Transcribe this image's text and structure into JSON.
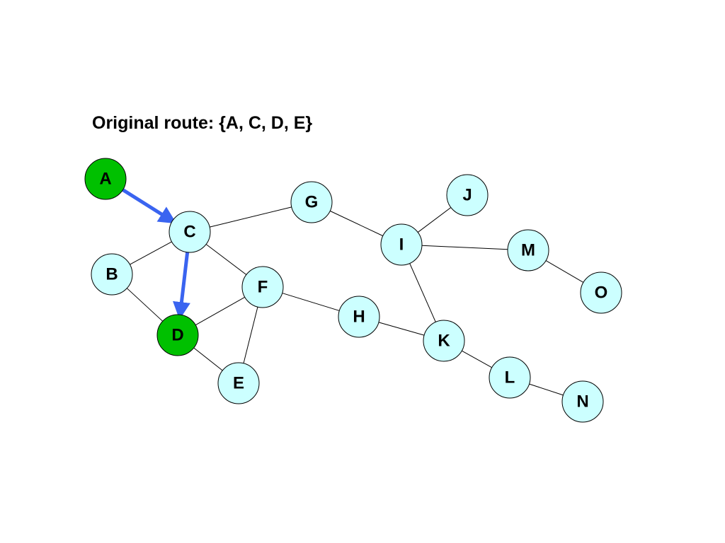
{
  "title": "Original route: {A, C, D, E}",
  "colors": {
    "node_fill": "#ccffff",
    "route_node_fill": "#00c000",
    "route_edge": "#3a64f0",
    "edge": "#000000"
  },
  "nodes": [
    {
      "id": "A",
      "label": "A",
      "on_route": true
    },
    {
      "id": "B",
      "label": "B",
      "on_route": false
    },
    {
      "id": "C",
      "label": "C",
      "on_route": false
    },
    {
      "id": "D",
      "label": "D",
      "on_route": true
    },
    {
      "id": "E",
      "label": "E",
      "on_route": false
    },
    {
      "id": "F",
      "label": "F",
      "on_route": false
    },
    {
      "id": "G",
      "label": "G",
      "on_route": false
    },
    {
      "id": "H",
      "label": "H",
      "on_route": false
    },
    {
      "id": "I",
      "label": "I",
      "on_route": false
    },
    {
      "id": "J",
      "label": "J",
      "on_route": false
    },
    {
      "id": "K",
      "label": "K",
      "on_route": false
    },
    {
      "id": "L",
      "label": "L",
      "on_route": false
    },
    {
      "id": "M",
      "label": "M",
      "on_route": false
    },
    {
      "id": "N",
      "label": "N",
      "on_route": false
    },
    {
      "id": "O",
      "label": "O",
      "on_route": false
    }
  ],
  "edges": [
    [
      "B",
      "C"
    ],
    [
      "B",
      "D"
    ],
    [
      "C",
      "G"
    ],
    [
      "C",
      "F"
    ],
    [
      "D",
      "F"
    ],
    [
      "D",
      "E"
    ],
    [
      "F",
      "E"
    ],
    [
      "F",
      "H"
    ],
    [
      "G",
      "I"
    ],
    [
      "I",
      "J"
    ],
    [
      "I",
      "M"
    ],
    [
      "I",
      "K"
    ],
    [
      "H",
      "K"
    ],
    [
      "K",
      "L"
    ],
    [
      "L",
      "N"
    ],
    [
      "M",
      "O"
    ]
  ],
  "route_edges": [
    [
      "A",
      "C"
    ],
    [
      "C",
      "D"
    ]
  ]
}
